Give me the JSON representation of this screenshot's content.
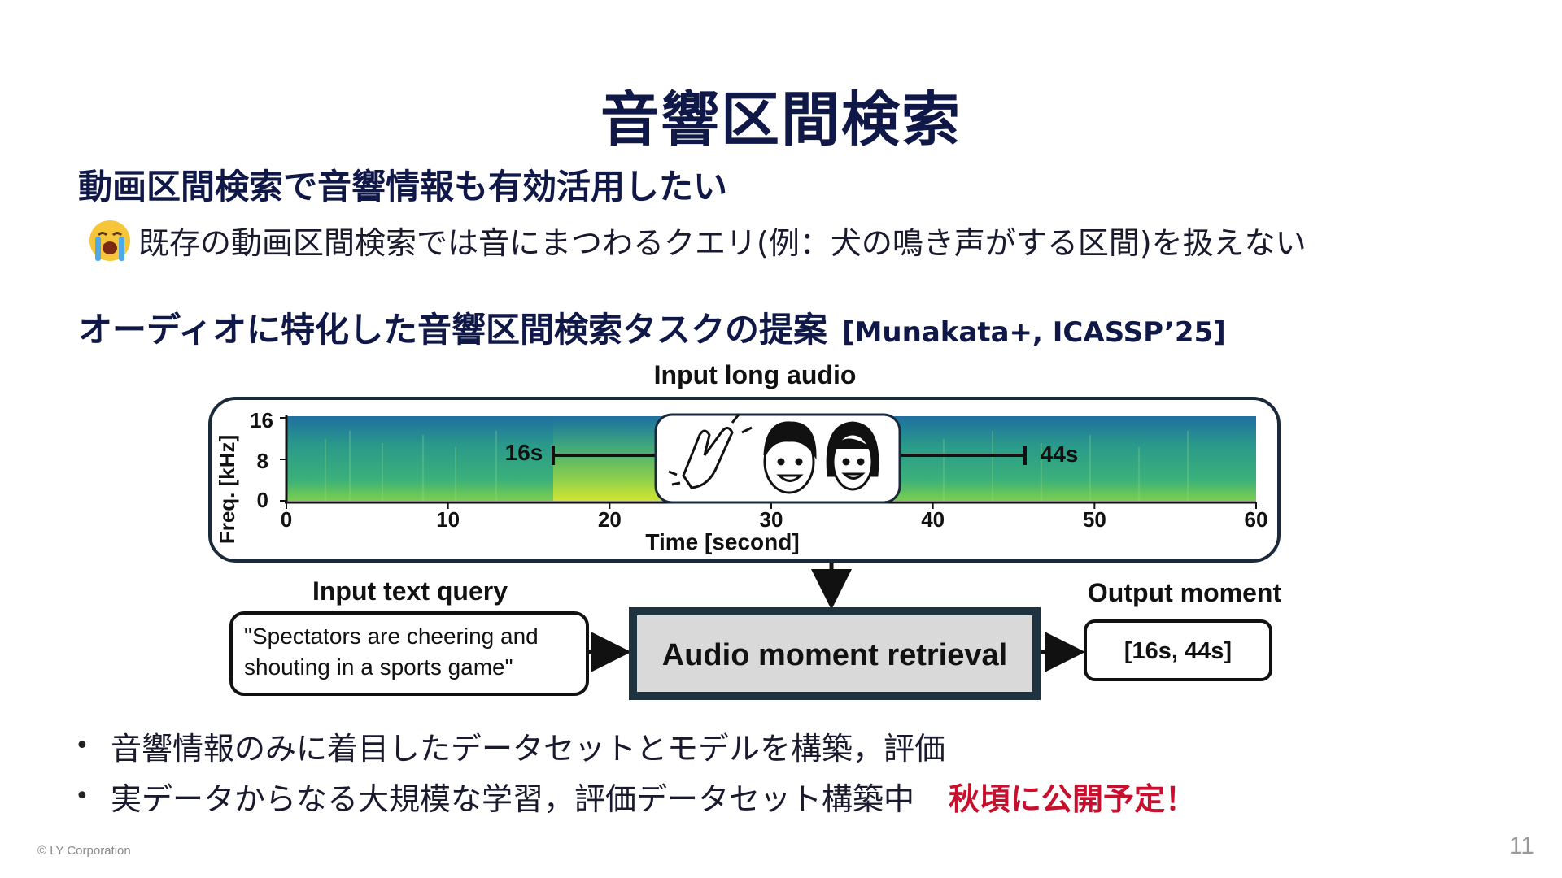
{
  "slide": {
    "title": "音響区間検索",
    "subtitle1": "動画区間検索で音響情報も有効活用したい",
    "line1": "既存の動画区間検索では音にまつわるクエリ(例：犬の鳴き声がする区間)を扱えない",
    "line1_icon": "crying-face-emoji",
    "subtitle2": "オーディオに特化した音響区間検索タスクの提案",
    "citation": "[Munakata+, ICASSP’25]",
    "bullets": [
      "音響情報のみに着目したデータセットとモデルを構築，評価",
      "実データからなる大規模な学習，評価データセット構築中"
    ],
    "highlight": "秋頃に公開予定！",
    "footer": "© LY Corporation",
    "page_number": "11"
  },
  "diagram": {
    "input_audio_label": "Input long audio",
    "freq_axis_label": "Freq. [kHz]",
    "freq_ticks": [
      "16",
      "8",
      "0"
    ],
    "time_ticks": [
      "0",
      "10",
      "20",
      "30",
      "40",
      "50",
      "60"
    ],
    "time_axis_label": "Time [second]",
    "span_start_label": "16s",
    "span_end_label": "44s",
    "query_label": "Input text query",
    "query_text_line1": "\"Spectators are cheering and",
    "query_text_line2": "shouting in a sports game\"",
    "model_label": "Audio moment retrieval",
    "output_label": "Output moment",
    "output_value": "[16s, 44s]",
    "icons": [
      "clapping-hands-icon",
      "cheering-man-icon",
      "cheering-woman-icon"
    ]
  }
}
